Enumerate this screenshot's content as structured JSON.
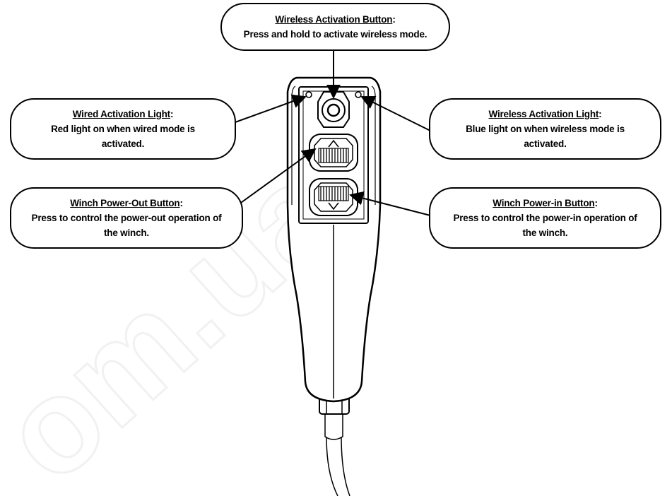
{
  "watermark": "om.ua",
  "callouts": {
    "wireless_button": {
      "title": "Wireless Activation Button",
      "text": "Press and hold to activate wireless mode."
    },
    "wired_light": {
      "title": "Wired Activation Light",
      "text": "Red light on when wired mode is activated."
    },
    "wireless_light": {
      "title": "Wireless Activation Light",
      "text": "Blue light on when wireless mode is activated."
    },
    "power_out": {
      "title": "Winch Power-Out Button",
      "text": "Press to control the power-out operation of the winch."
    },
    "power_in": {
      "title": "Winch Power-in Button",
      "text": "Press to control the power-in operation of the winch."
    }
  }
}
